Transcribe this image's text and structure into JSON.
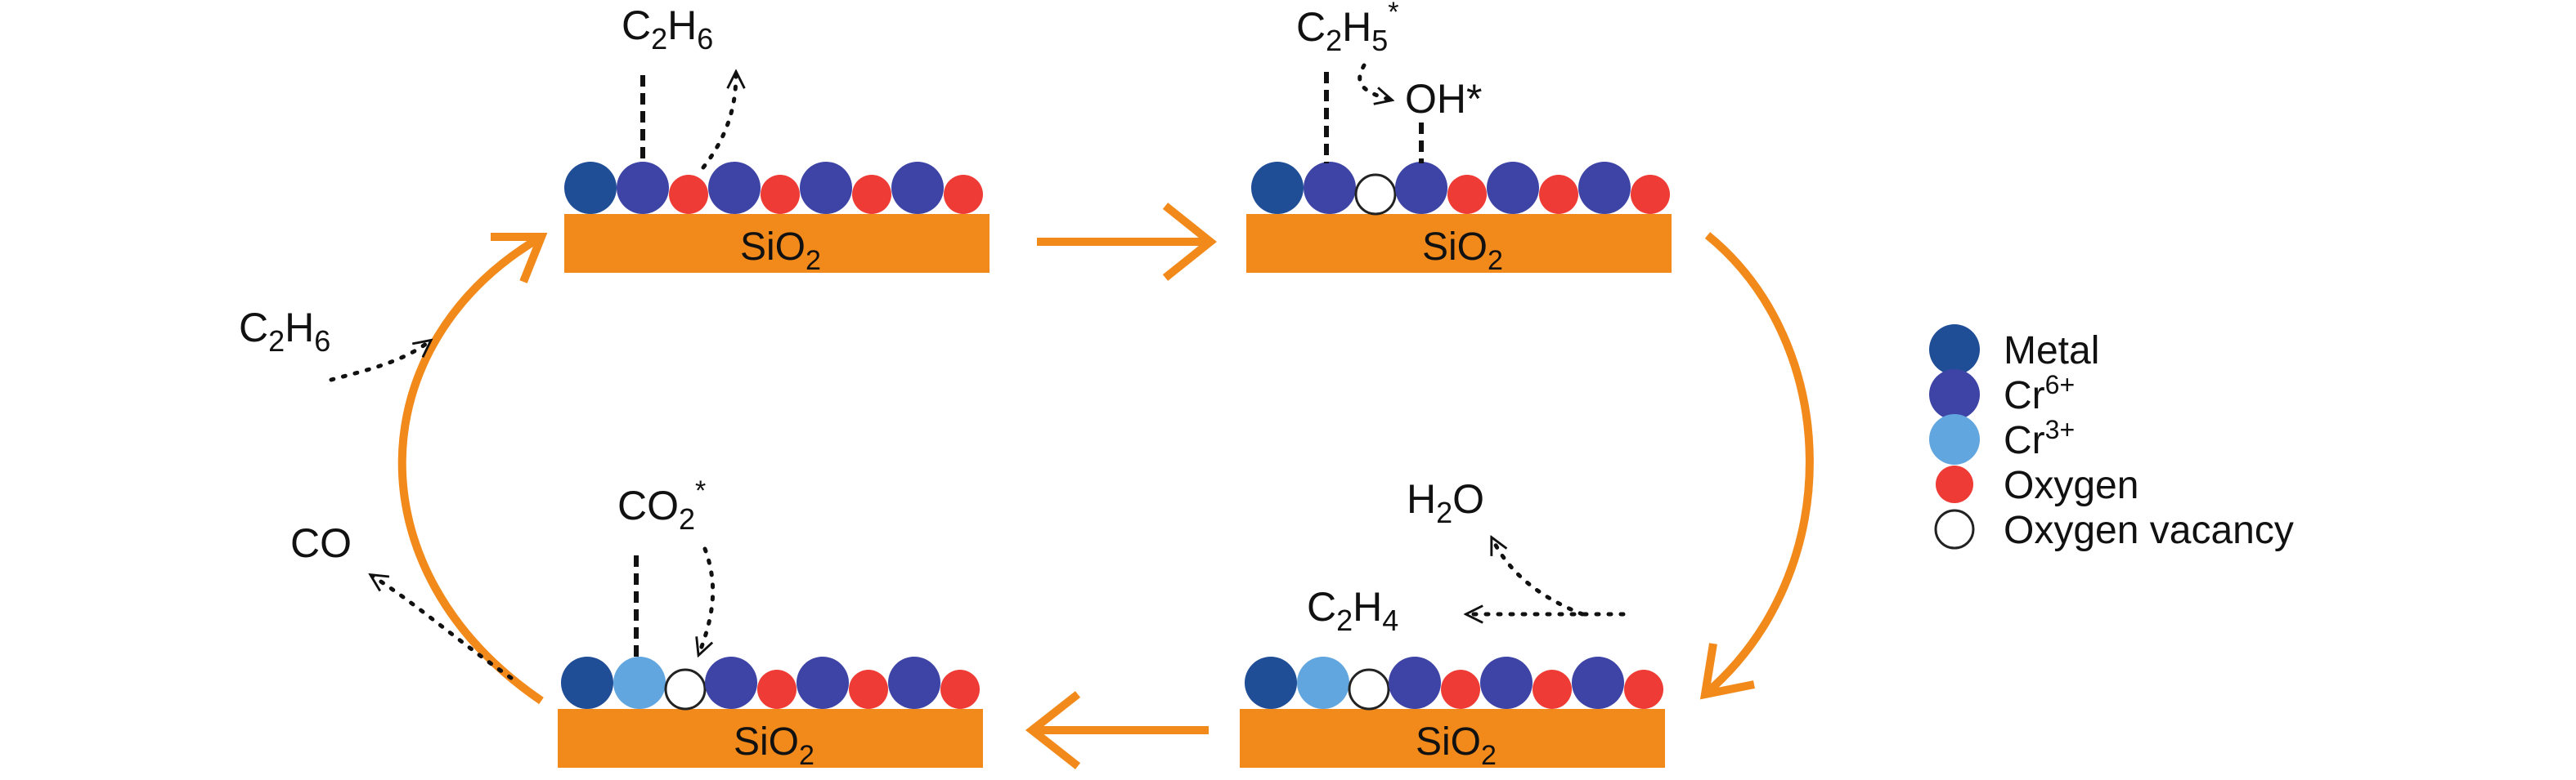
{
  "colors": {
    "metal": "#1f4e96",
    "cr6": "#3d44a5",
    "cr3": "#62a6e0",
    "oxygen": "#ee3b35",
    "vacancy": "#ffffff",
    "substrate": "#f28a1b",
    "cycle_arrow": "#f28a1b",
    "outline": "#222222"
  },
  "substrate_label": {
    "main": "SiO",
    "sub": "2"
  },
  "panels": {
    "top_left": {
      "atoms": [
        "metal",
        "cr6",
        "oxygen",
        "cr6",
        "oxygen",
        "cr6",
        "oxygen",
        "cr6",
        "oxygen"
      ],
      "label": {
        "main": "C",
        "sub1": "2",
        "mid": "H",
        "sub2": "6"
      }
    },
    "top_right": {
      "atoms": [
        "metal",
        "cr6",
        "vacancy",
        "cr6",
        "oxygen",
        "cr6",
        "oxygen",
        "cr6",
        "oxygen"
      ],
      "label_a": {
        "main": "C",
        "sub1": "2",
        "mid": "H",
        "sub2": "5",
        "tail": "*"
      },
      "label_b": "OH*"
    },
    "bottom_right": {
      "atoms": [
        "metal",
        "cr3",
        "vacancy",
        "cr6",
        "oxygen",
        "cr6",
        "oxygen",
        "cr6",
        "oxygen"
      ],
      "label_a": {
        "main": "C",
        "sub1": "2",
        "mid": "H",
        "sub2": "4"
      },
      "label_b": {
        "main": "H",
        "sub": "2",
        "tail": "O"
      }
    },
    "bottom_left": {
      "atoms": [
        "metal",
        "cr3",
        "vacancy",
        "cr6",
        "oxygen",
        "cr6",
        "oxygen",
        "cr6",
        "oxygen"
      ],
      "label": {
        "main": "CO",
        "sub": "2",
        "tail": "*"
      }
    }
  },
  "side_labels": {
    "c2h6": {
      "main": "C",
      "sub1": "2",
      "mid": "H",
      "sub2": "6"
    },
    "co": "CO"
  },
  "legend": [
    {
      "key": "metal",
      "label": "Metal",
      "sup": ""
    },
    {
      "key": "cr6",
      "label": "Cr",
      "sup": "6+"
    },
    {
      "key": "cr3",
      "label": "Cr",
      "sup": "3+"
    },
    {
      "key": "oxygen",
      "label": "Oxygen",
      "sup": ""
    },
    {
      "key": "vacancy",
      "label": "Oxygen vacancy",
      "sup": ""
    }
  ]
}
